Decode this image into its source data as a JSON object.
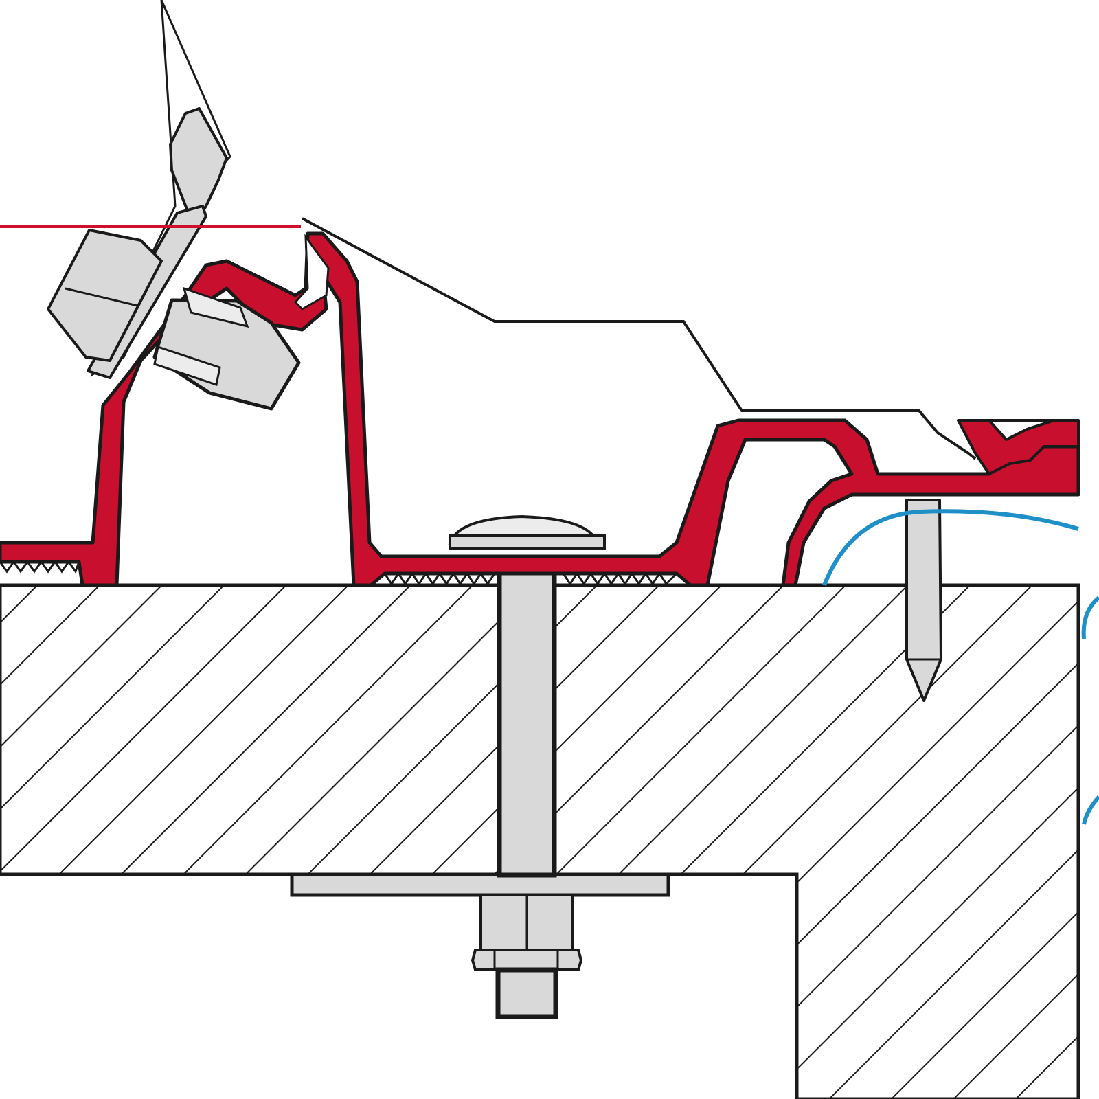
{
  "diagram": {
    "kind": "technical cross-section",
    "labels": [],
    "colors": {
      "background": "#ffffff",
      "outline": "#1a1a1a",
      "profile_red": "#c8102e",
      "profile_red_dark": "#8e0a1f",
      "metal_gray": "#d9d9d9",
      "metal_light": "#ececec",
      "seal_blue": "#1f8fc8",
      "reference_line": "#d0102a",
      "hatch": "#1a1a1a"
    },
    "parts": [
      {
        "id": "wall-section",
        "icon": "hatched-wall-icon"
      },
      {
        "id": "mounting-rail",
        "icon": "red-profile-icon"
      },
      {
        "id": "bracket-arm",
        "icon": "tilted-bracket-icon"
      },
      {
        "id": "through-bolt",
        "icon": "bolt-icon"
      },
      {
        "id": "backing-plate",
        "icon": "plate-icon"
      },
      {
        "id": "nut",
        "icon": "nut-icon"
      },
      {
        "id": "screw",
        "icon": "screw-icon"
      },
      {
        "id": "seal",
        "icon": "blue-seal-icon"
      },
      {
        "id": "reference-line",
        "icon": "line-icon"
      }
    ]
  }
}
